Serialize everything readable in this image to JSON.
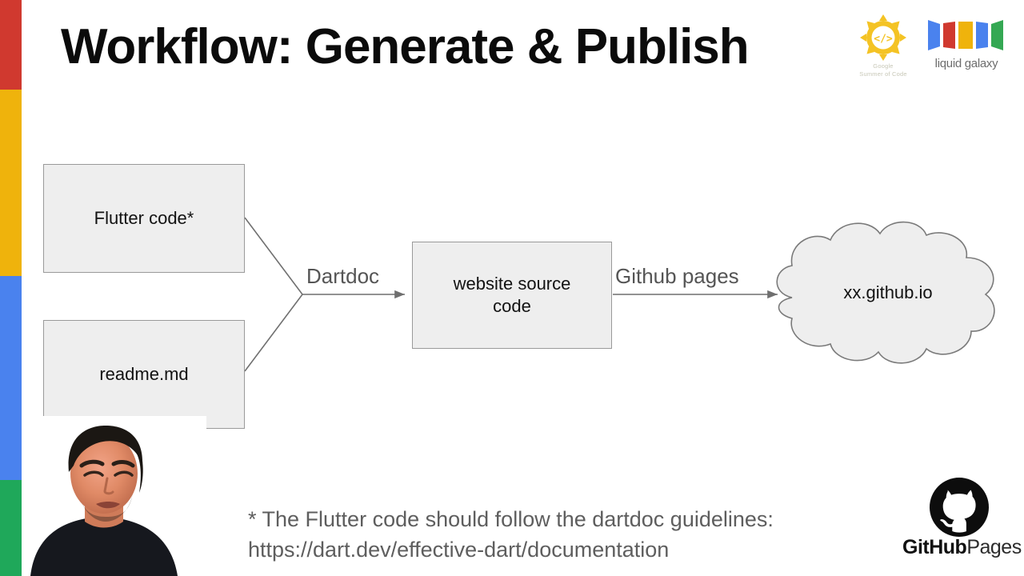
{
  "slide": {
    "title": "Workflow: Generate & Publish",
    "background_color": "#ffffff"
  },
  "color_rail": {
    "segments": [
      {
        "name": "red",
        "color": "#d0392f"
      },
      {
        "name": "yellow",
        "color": "#efb30c"
      },
      {
        "name": "blue",
        "color": "#4a82ee"
      },
      {
        "name": "green",
        "color": "#1fa85a"
      }
    ]
  },
  "logos": {
    "gsoc": {
      "line1": "Google",
      "line2": "Summer of Code",
      "glyph": "</>",
      "color": "#f4c324"
    },
    "liquid_galaxy": {
      "caption": "liquid galaxy",
      "bar_colors": [
        "#4a82ee",
        "#d0392f",
        "#efb30c",
        "#4a82ee",
        "#34a853"
      ]
    },
    "github_pages": {
      "word_bold": "GitHub",
      "word_light": "Pages"
    }
  },
  "diagram": {
    "nodes": [
      {
        "id": "flutter",
        "label": "Flutter code*"
      },
      {
        "id": "readme",
        "label": "readme.md"
      },
      {
        "id": "website",
        "label": "website source\ncode"
      },
      {
        "id": "cloud",
        "label": "xx.github.io"
      }
    ],
    "edge_labels": [
      {
        "id": "dartdoc",
        "label": "Dartdoc"
      },
      {
        "id": "ghpages",
        "label": "Github pages"
      }
    ],
    "node_fill": "#eeeeee",
    "node_stroke": "#9a9a9a",
    "edge_stroke": "#6f6f6f"
  },
  "footnote": {
    "line1": "* The Flutter code should follow the dartdoc guidelines:",
    "line2": "https://dart.dev/effective-dart/documentation"
  }
}
